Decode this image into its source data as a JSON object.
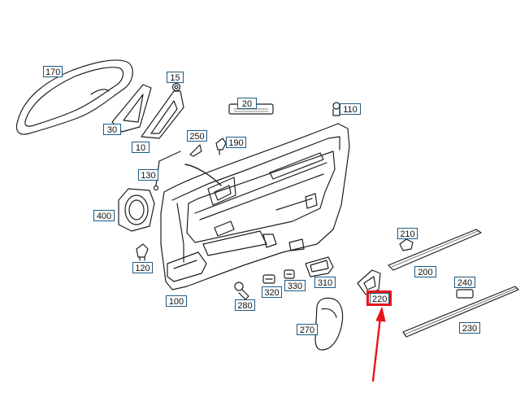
{
  "labels": {
    "p170": "170",
    "p15": "15",
    "p20": "20",
    "p110": "110",
    "p30": "30",
    "p10": "10",
    "p250": "250",
    "p190": "190",
    "p130": "130",
    "p400": "400",
    "p120": "120",
    "p210": "210",
    "p200": "200",
    "p240": "240",
    "p100": "100",
    "p280": "280",
    "p320": "320",
    "p330": "330",
    "p310": "310",
    "p220": "220",
    "p230": "230",
    "p270": "270"
  },
  "highlight": {
    "part": "220",
    "color": "#e8141b"
  },
  "colors": {
    "line": "#1f1f1f",
    "label_border": "#1a5a86",
    "arrow": "#e8141b"
  }
}
